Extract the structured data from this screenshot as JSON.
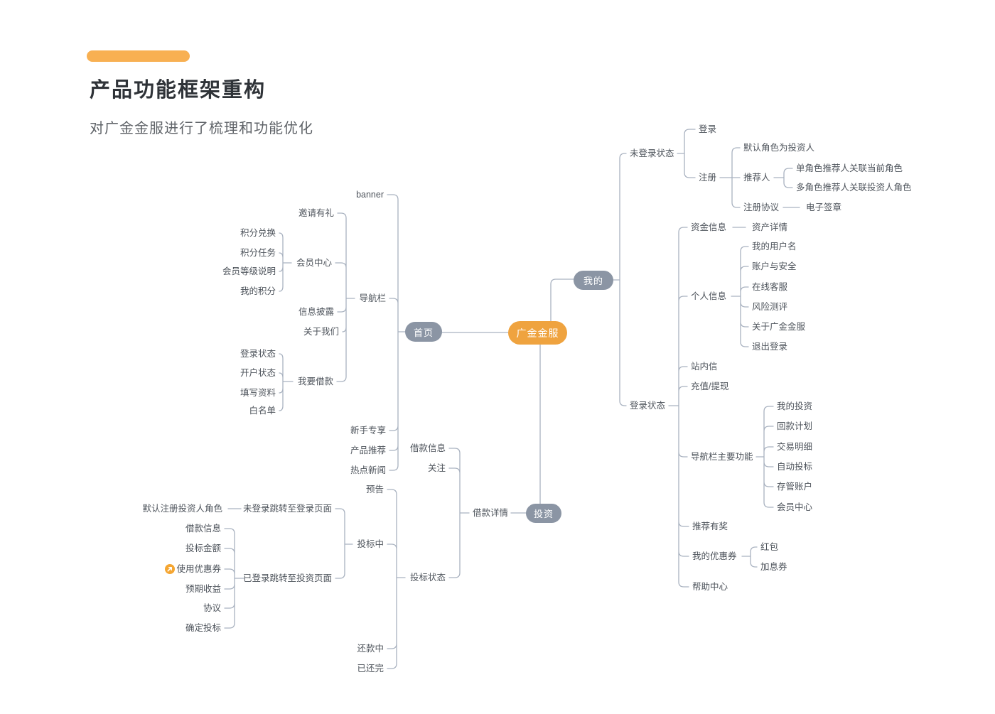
{
  "header": {
    "title": "产品功能框架重构",
    "subtitle": "对广金金服进行了梳理和功能优化"
  },
  "colors": {
    "accent_bar": "#F8B052",
    "root_node_orange": "#EFA33F",
    "branch_node_gray": "#8B95A4",
    "connector_line": "#A9B2C0",
    "label_text": "#4D535B"
  },
  "icons": {
    "use_coupon_marker": "circled-arrow-icon"
  },
  "mindmap": {
    "root": {
      "label": "广金金服"
    },
    "home": {
      "label": "首页",
      "banner": "banner",
      "nav": {
        "label": "导航栏",
        "invite": "邀请有礼",
        "member_center": {
          "label": "会员中心",
          "children": [
            "积分兑换",
            "积分任务",
            "会员等级说明",
            "我的积分"
          ]
        },
        "info_disclosure": "信息披露",
        "about_us": "关于我们",
        "borrow": {
          "label": "我要借款",
          "children": [
            "登录状态",
            "开户状态",
            "填写资料",
            "白名单"
          ]
        }
      },
      "newbie": "新手专享",
      "product_rec": "产品推荐",
      "hot_news": "热点新闻"
    },
    "mine": {
      "label": "我的",
      "logged_out": {
        "label": "未登录状态",
        "login": "登录",
        "register": {
          "label": "注册",
          "default_role": "默认角色为投资人",
          "referrer": {
            "label": "推荐人",
            "children": [
              "单角色推荐人关联当前角色",
              "多角色推荐人关联投资人角色"
            ]
          },
          "agreement": {
            "label": "注册协议",
            "child": "电子签章"
          }
        }
      },
      "logged_in": {
        "label": "登录状态",
        "funds": {
          "label": "资金信息",
          "child": "资产详情"
        },
        "profile": {
          "label": "个人信息",
          "children": [
            "我的用户名",
            "账户与安全",
            "在线客服",
            "风险测评",
            "关于广金金服",
            "退出登录"
          ]
        },
        "inbox": "站内信",
        "recharge": "充值/提现",
        "nav_main": {
          "label": "导航栏主要功能",
          "children": [
            "我的投资",
            "回款计划",
            "交易明细",
            "自动投标",
            "存管账户",
            "会员中心"
          ]
        },
        "referral_reward": "推荐有奖",
        "coupons": {
          "label": "我的优惠券",
          "children": [
            "红包",
            "加息券"
          ]
        },
        "help": "帮助中心"
      }
    },
    "invest": {
      "label": "投资",
      "loan_detail": {
        "label": "借款详情",
        "loan_info": "借款信息",
        "follow": "关注",
        "bid_status": {
          "label": "投标状态",
          "preview": "预告",
          "bidding": {
            "label": "投标中",
            "not_logged": {
              "label": "未登录跳转至登录页面",
              "child": "默认注册投资人角色"
            },
            "logged": {
              "label": "已登录跳转至投资页面",
              "children": [
                "借款信息",
                "投标金额",
                "使用优惠券",
                "预期收益",
                "协议",
                "确定投标"
              ]
            }
          },
          "repaying": "还款中",
          "repaid": "已还完"
        }
      }
    }
  }
}
